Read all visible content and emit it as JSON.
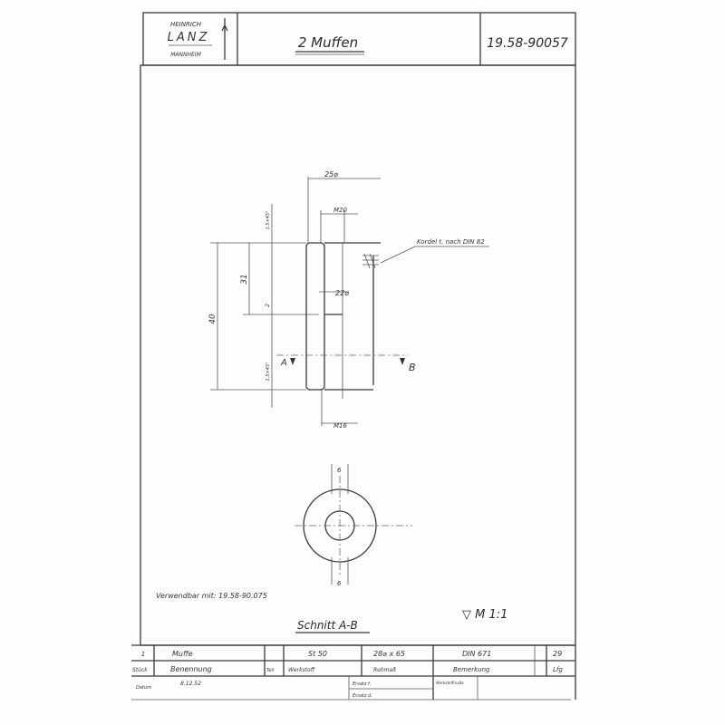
{
  "header": {
    "logo_line1": "HEINRICH",
    "logo_line2": "LANZ",
    "logo_line3": "MANNHEIM",
    "title": "2 Muffen",
    "drawing_number": "19.58-90057"
  },
  "drawing": {
    "dim_outer_diameter": "25⌀",
    "dim_thread_top": "M20",
    "dim_thread_bottom": "M16",
    "dim_inner_diameter": "22⌀",
    "dim_length_total": "40",
    "dim_length_upper": "31",
    "dim_gap": "2",
    "dim_chamfer_top": "1,5×45°",
    "dim_chamfer_bottom": "1,5×45°",
    "knurl_note": "Kordel t. nach DIN 82",
    "section_mark_a": "A",
    "section_mark_b": "B",
    "section_dim_top": "6",
    "section_dim_bottom": "6",
    "usable_with": "Verwendbar mit: 19.58-90.075",
    "section_label": "Schnitt A-B",
    "scale": "▽ M 1:1"
  },
  "title_block": {
    "row1": [
      "1",
      "Muffe",
      "",
      "St 50",
      "28⌀ x 65",
      "DIN 671",
      "29"
    ],
    "row2": [
      "Stück",
      "Benennung",
      "Teil",
      "Werkstoff",
      "Rohmaß",
      "Bemerkung",
      "Lfg"
    ],
    "date_label": "Datum",
    "date_value": "8.12.52",
    "replacement_for": "Ersatz f.",
    "replaced_by": "Ersatz d.",
    "material_note": "Werkstoffmaße"
  }
}
